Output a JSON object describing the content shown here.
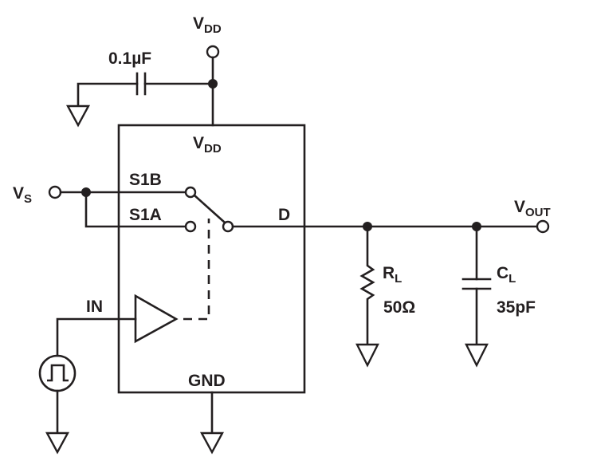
{
  "labels": {
    "vdd_supply": {
      "main": "V",
      "sub": "DD"
    },
    "vdd_pin": {
      "main": "V",
      "sub": "DD"
    },
    "decoupling_cap": "0.1µF",
    "vs": {
      "main": "V",
      "sub": "S"
    },
    "s1b": "S1B",
    "s1a": "S1A",
    "d": "D",
    "in": "IN",
    "gnd": "GND",
    "vout": {
      "main": "V",
      "sub": "OUT"
    },
    "rl": {
      "main": "R",
      "sub": "L"
    },
    "rl_value": "50Ω",
    "cl": {
      "main": "C",
      "sub": "L"
    },
    "cl_value": "35pF"
  }
}
